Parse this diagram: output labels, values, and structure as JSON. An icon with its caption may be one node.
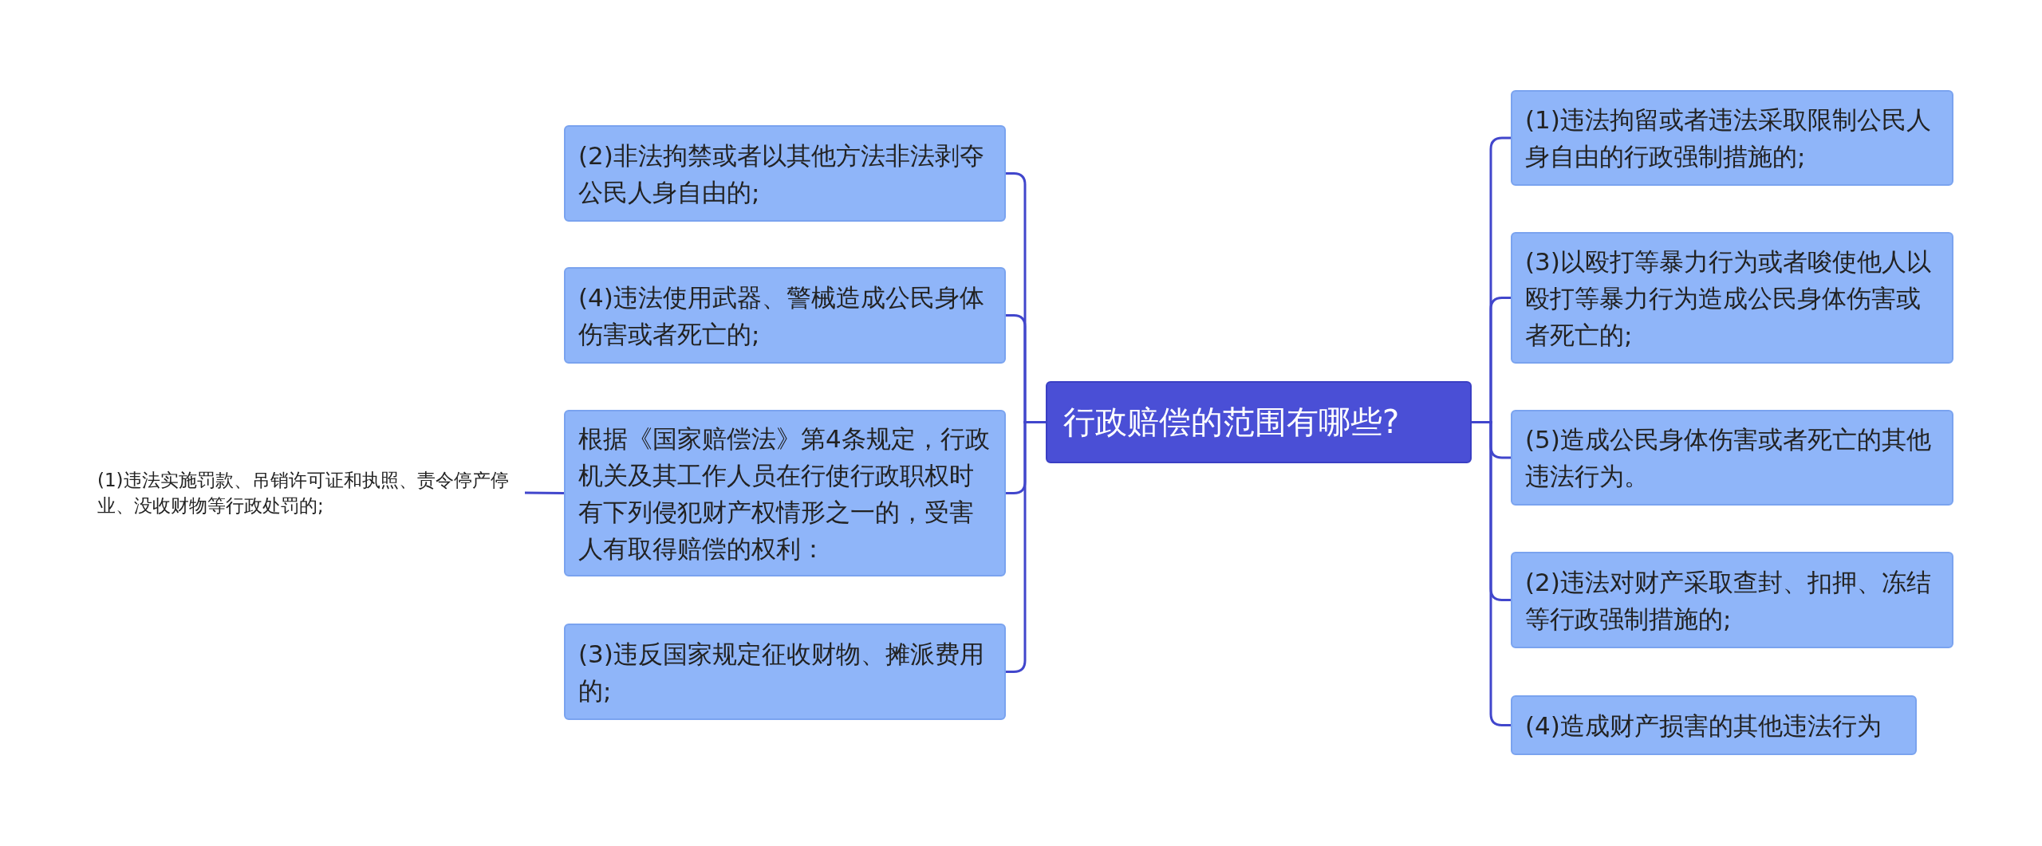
{
  "diagram": {
    "nodes": [
      {
        "text": [
          "行政赔偿的范围有哪些?"
        ]
      },
      {
        "text": [
          "(2)非法拘禁或者以其他方法非法剥夺公民人身自由的;"
        ]
      },
      {
        "text": [
          "(4)违法使用武器、警械造成公民身体伤害或者死亡的;"
        ]
      },
      {
        "text": [
          "根据《国家赔偿法》第4条规定，行政机关及其工作人员在行使行政职权时有下列侵犯财产权情形之一的，受害人有取得赔偿的权利："
        ]
      },
      {
        "text": [
          "(1)违法实施罚款、吊销许可证和执照、责令停产停业、没收财物等行政处罚的;"
        ]
      },
      {
        "text": [
          "(3)违反国家规定征收财物、摊派费用的;"
        ]
      },
      {
        "text": [
          "(1)违法拘留或者违法采取限制公民人身自由的行政强制措施的;"
        ]
      },
      {
        "text": [
          "(3)以殴打等暴力行为或者唆使他人以殴打等暴力行为造成公民身体伤害或者死亡的;"
        ]
      },
      {
        "text": [
          "(5)造成公民身体伤害或者死亡的其他违法行为。"
        ]
      },
      {
        "text": [
          "(2)违法对财产采取查封、扣押、冻结等行政强制措施的;"
        ]
      },
      {
        "text": [
          "(4)造成财产损害的其他违法行为"
        ]
      }
    ],
    "edges": [
      {
        "from": 0,
        "to": 1,
        "arrow": "none"
      },
      {
        "from": 0,
        "to": 2,
        "arrow": "none"
      },
      {
        "from": 0,
        "to": 3,
        "arrow": "none"
      },
      {
        "from": 3,
        "to": 4,
        "arrow": "none"
      },
      {
        "from": 0,
        "to": 5,
        "arrow": "none"
      },
      {
        "from": 0,
        "to": 6,
        "arrow": "none"
      },
      {
        "from": 0,
        "to": 7,
        "arrow": "none"
      },
      {
        "from": 0,
        "to": 8,
        "arrow": "none"
      },
      {
        "from": 0,
        "to": 9,
        "arrow": "none"
      },
      {
        "from": 0,
        "to": 10,
        "arrow": "none"
      }
    ]
  }
}
